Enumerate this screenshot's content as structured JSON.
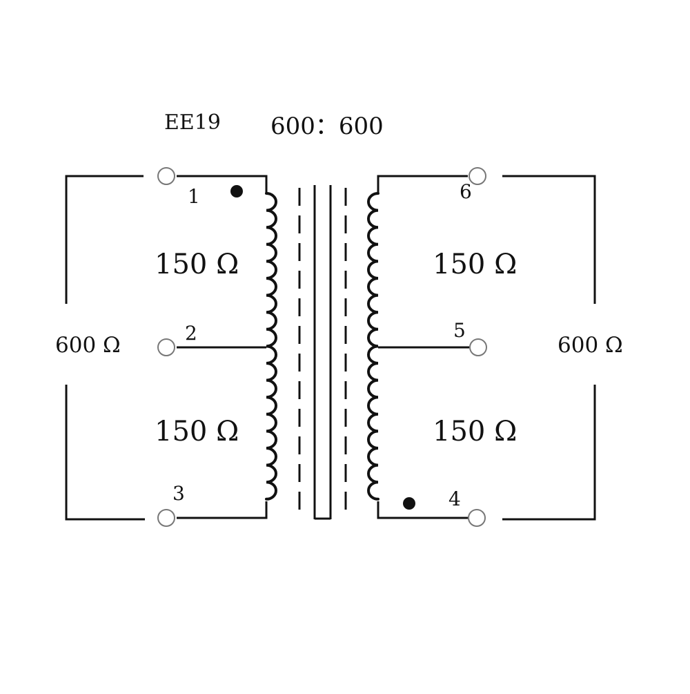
{
  "labels": {
    "model": "EE19",
    "ratio": "600：600"
  },
  "pins": {
    "p1": "1",
    "p2": "2",
    "p3": "3",
    "p4": "4",
    "p5": "5",
    "p6": "6"
  },
  "impedances": {
    "primary_top": "150 Ω",
    "primary_bottom": "150 Ω",
    "secondary_top": "150 Ω",
    "secondary_bottom": "150 Ω",
    "primary_total": "600 Ω",
    "secondary_total": "600 Ω"
  },
  "colors": {
    "ink": "#111111",
    "terminal_stroke": "#777777"
  }
}
